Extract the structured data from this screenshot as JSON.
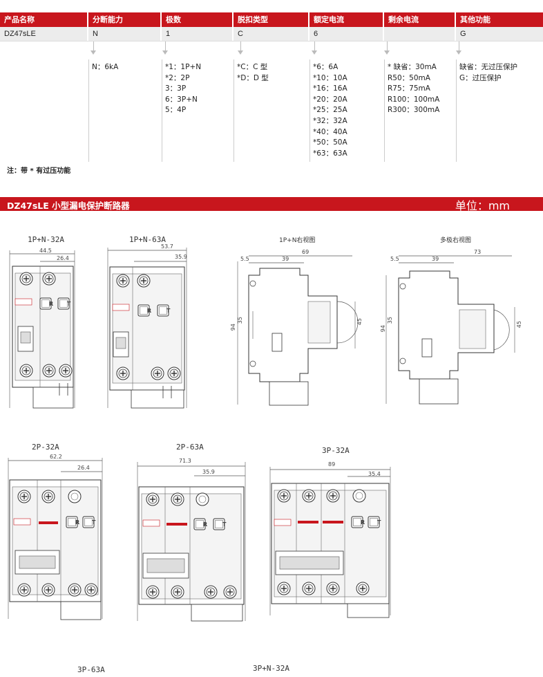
{
  "spec_table": {
    "headers": [
      "产品名称",
      "分断能力",
      "极数",
      "脱扣类型",
      "额定电流",
      "剩余电流",
      "其他功能"
    ],
    "values": [
      "DZ47sLE",
      "N",
      "1",
      "C",
      "6",
      "",
      "G"
    ],
    "options": [
      [],
      [
        "N：6kA"
      ],
      [
        "*1：1P+N",
        "*2：2P",
        "3：3P",
        "6：3P+N",
        "5：4P"
      ],
      [
        "*C：C 型",
        "*D：D 型"
      ],
      [
        "*6：6A",
        "*10：10A",
        "*16：16A",
        "*20：20A",
        "*25：25A",
        "*32：32A",
        "*40：40A",
        "*50：50A",
        "*63：63A"
      ],
      [
        "* 缺省：30mA",
        "R50：50mA",
        "R75：75mA",
        "R100：100mA",
        "R300：300mA"
      ],
      [
        "缺省：无过压保护",
        "G：过压保护"
      ]
    ],
    "note": "注：带 * 有过压功能"
  },
  "section": {
    "title": "DZ47sLE 小型漏电保护断路器",
    "unit": "单位：mm"
  },
  "drawings": {
    "d1": {
      "label": "1P+N-32A",
      "width": "44.5",
      "right": "26.4"
    },
    "d2": {
      "label": "1P+N-63A",
      "width": "53.7",
      "right": "35.9"
    },
    "d3": {
      "label": "1P+N右视图",
      "a": "5.5",
      "b": "39",
      "c": "69",
      "h1": "94",
      "h2": "35",
      "h3": "45"
    },
    "d4": {
      "label": "多极右视图",
      "a": "5.5",
      "b": "39",
      "c": "73",
      "h1": "94",
      "h2": "35",
      "h3": "45"
    },
    "d5": {
      "label": "2P-32A",
      "width": "62.2",
      "right": "26.4"
    },
    "d6": {
      "label": "2P-63A",
      "width": "71.3",
      "right": "35.9"
    },
    "d7": {
      "label": "3P-32A",
      "width": "89",
      "right": "35.4"
    },
    "d8": {
      "label": "3P-63A"
    },
    "d9": {
      "label": "3P+N-32A"
    },
    "buttons": {
      "r": "R",
      "t": "T"
    }
  }
}
